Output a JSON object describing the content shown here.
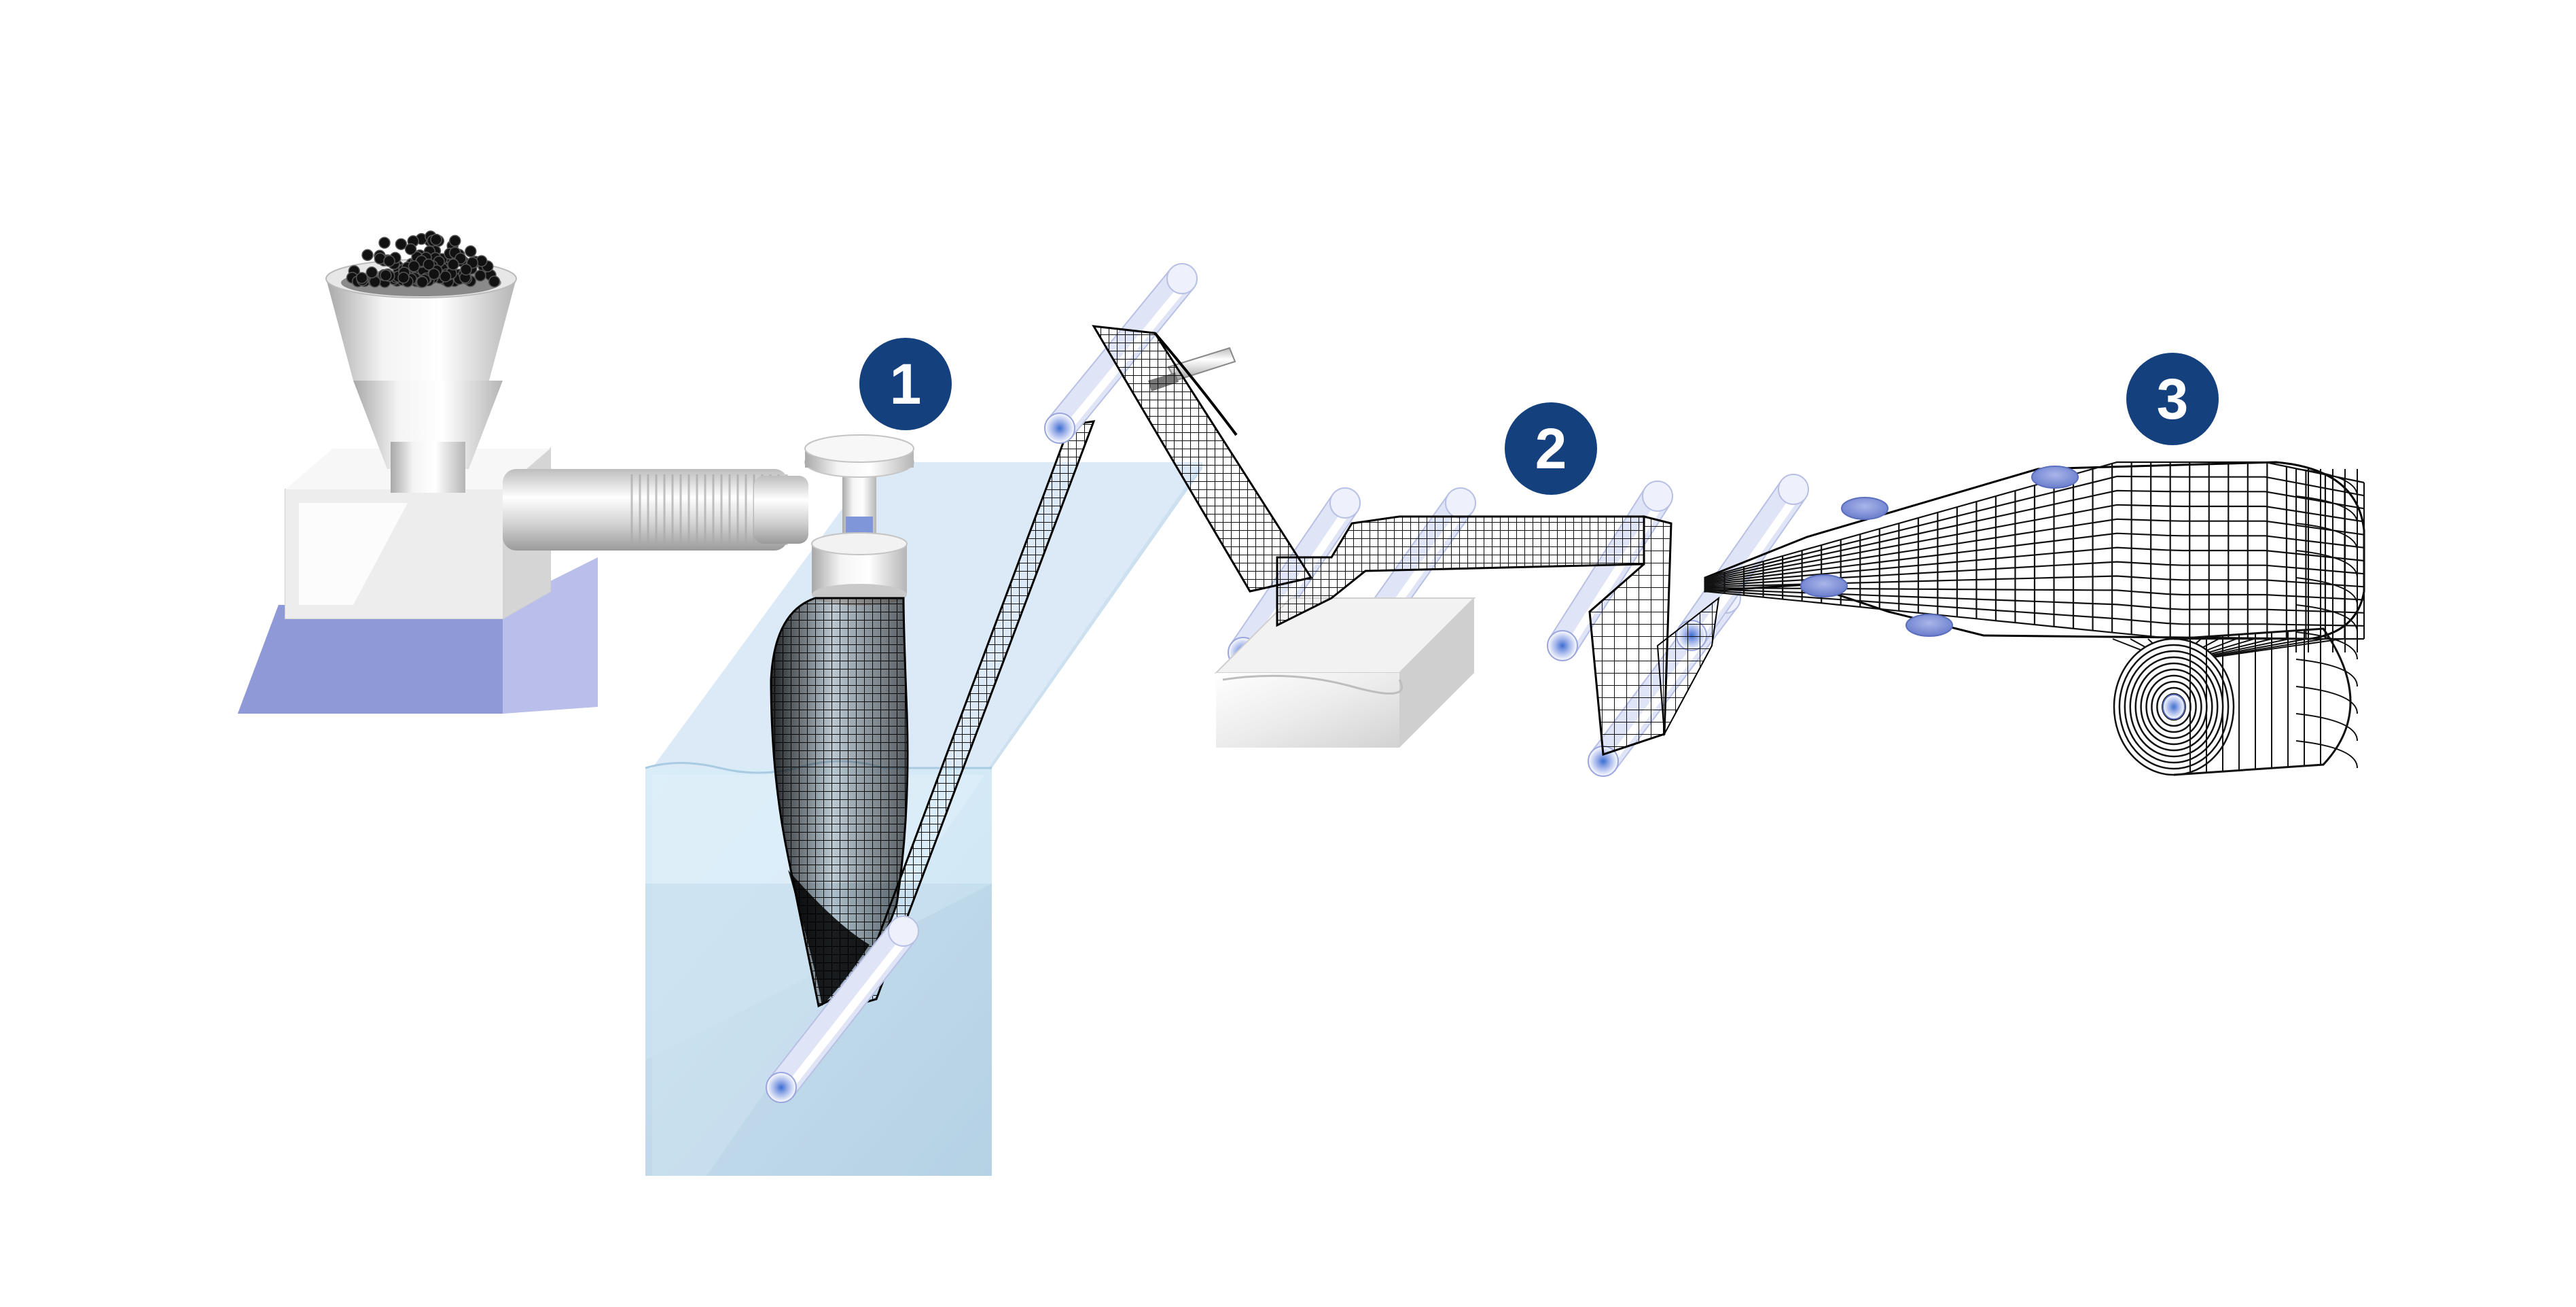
{
  "steps": [
    {
      "number": "1"
    },
    {
      "number": "2"
    },
    {
      "number": "3"
    }
  ],
  "colors": {
    "badge": "#14407e",
    "water": "#bcd8ea",
    "roller": "#d8dff4",
    "base": "#9aa3d8",
    "mesh": "#111111",
    "metal": "#d9d9d9"
  },
  "icons": [
    "hopper-icon",
    "pellets-icon",
    "extruder-icon",
    "die-head-icon",
    "water-tank-icon",
    "mesh-tube-icon",
    "roller-icon",
    "slitting-knife-icon",
    "heated-plate-icon",
    "stretching-clip-icon",
    "net-roll-icon"
  ]
}
